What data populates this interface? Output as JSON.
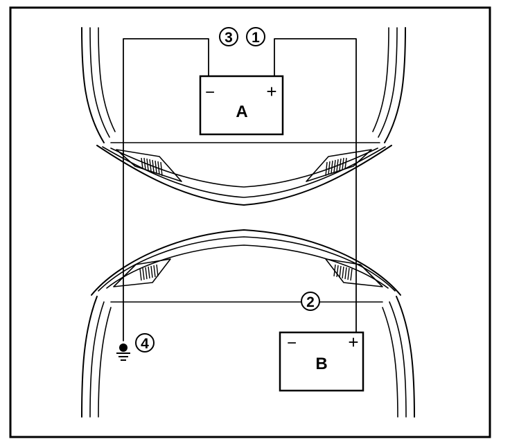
{
  "battery_a": {
    "label": "A",
    "neg_sign": "−",
    "pos_sign": "+"
  },
  "battery_b": {
    "label": "B",
    "neg_sign": "−",
    "pos_sign": "+"
  },
  "callouts": {
    "one": "1",
    "two": "2",
    "three": "3",
    "four": "4"
  }
}
